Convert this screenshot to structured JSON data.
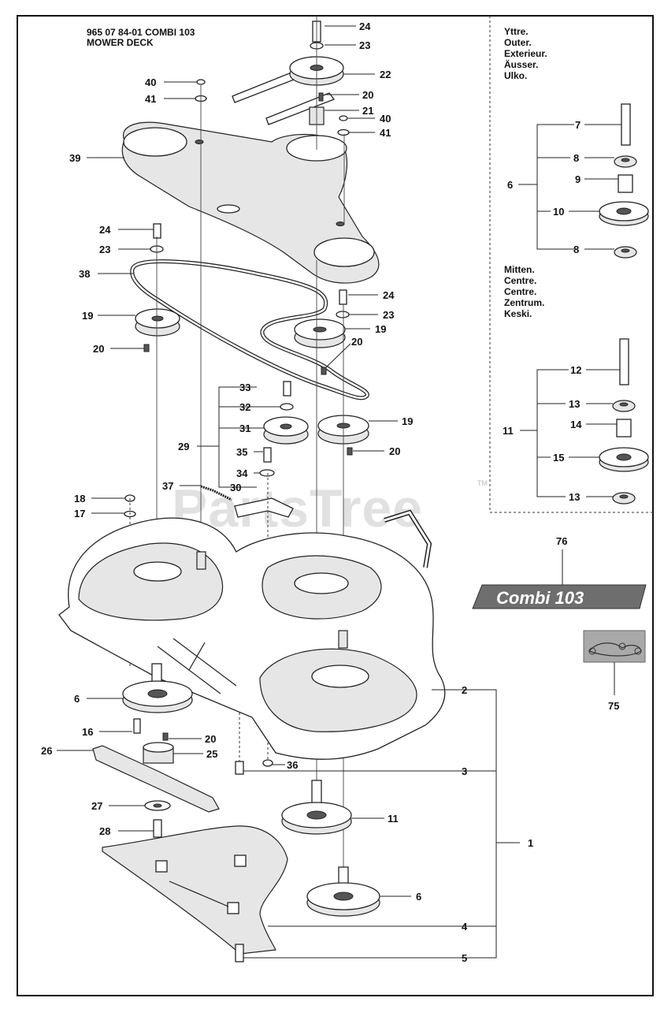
{
  "title": {
    "part_number_line": "965 07 84-01 COMBI 103",
    "section_line": "MOWER DECK"
  },
  "watermark": {
    "text": "PartsTree",
    "mark": "TM"
  },
  "legend_outer": [
    "Yttre.",
    "Outer.",
    "Exterieur.",
    "Äusser.",
    "Ulko."
  ],
  "legend_center": [
    "Mitten.",
    "Centre.",
    "Centre.",
    "Zentrum.",
    "Keski."
  ],
  "badge": {
    "text": "Combi 103",
    "callout": "76",
    "color": "#6e6e6e"
  },
  "decal": {
    "callout": "75"
  },
  "callouts": {
    "c24a": "24",
    "c23a": "23",
    "c22": "22",
    "c20a": "20",
    "c21": "21",
    "c40a": "40",
    "c41a": "41",
    "c40b": "40",
    "c41b": "41",
    "c39": "39",
    "c24b": "24",
    "c23b": "23",
    "c38": "38",
    "c19a": "19",
    "c20b": "20",
    "c24c": "24",
    "c23c": "23",
    "c19b": "19",
    "c20c": "20",
    "c33": "33",
    "c32": "32",
    "c31": "31",
    "c29": "29",
    "c35": "35",
    "c34": "34",
    "c37": "37",
    "c30": "30",
    "c19c": "19",
    "c20d": "20",
    "c18": "18",
    "c17": "17",
    "c6a": "6",
    "c16": "16",
    "c20e": "20",
    "c26": "26",
    "c25": "25",
    "c27": "27",
    "c28": "28",
    "c36": "36",
    "c2": "2",
    "c3": "3",
    "c1": "1",
    "c11a": "11",
    "c6b": "6",
    "c4": "4",
    "c5": "5",
    "c7": "7",
    "c8a": "8",
    "c6c": "6",
    "c9": "9",
    "c10": "10",
    "c8b": "8",
    "c12": "12",
    "c13a": "13",
    "c11b": "11",
    "c14": "14",
    "c15": "15",
    "c13b": "13"
  }
}
